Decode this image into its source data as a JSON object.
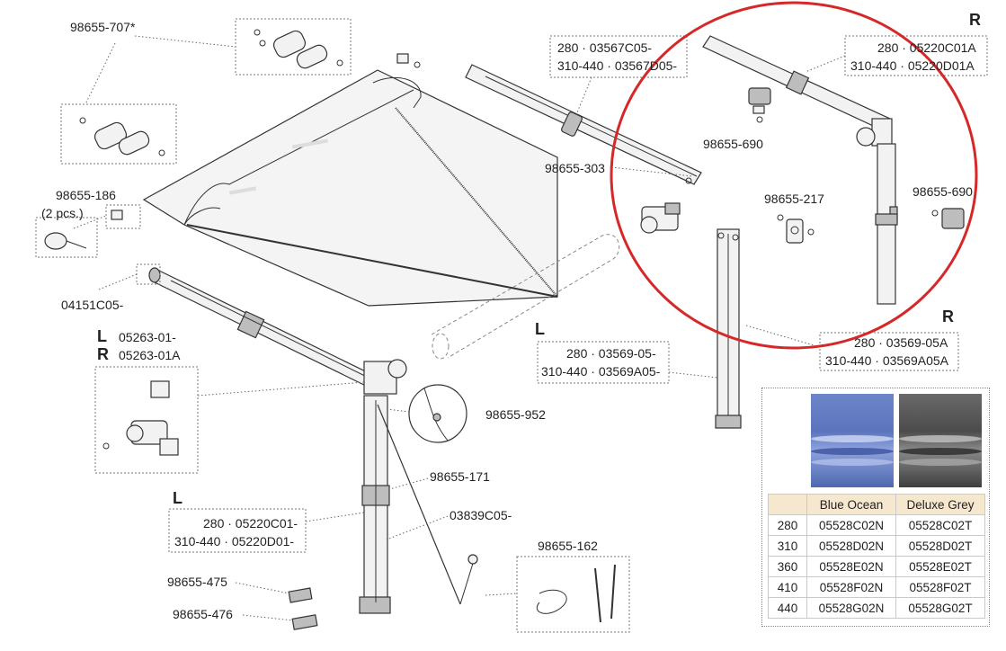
{
  "labels": {
    "p_98655_707": "98655-707*",
    "p_98655_186": "98655-186",
    "p_2pcs": "(2 pcs.)",
    "p_04151": "04151C05-",
    "p_03567_a": "280 · 03567C05-",
    "p_03567_b": "310-440 · 03567D05-",
    "p_98655_303": "98655-303",
    "p_r_top": "R",
    "p_05220_ra": "280 · 05220C01A",
    "p_05220_rb": "310-440 · 05220D01A",
    "p_98655_690a": "98655-690",
    "p_98655_217": "98655-217",
    "p_98655_690b": "98655-690",
    "p_l_mid": "L",
    "p_03569_a": "280 · 03569-05-",
    "p_03569_b": "310-440 · 03569A05-",
    "p_r_mid": "R",
    "p_03569_ra": "280 · 03569-05A",
    "p_03569_rb": "310-440 · 03569A05A",
    "p_l_box": "L",
    "p_05263_l": "05263-01-",
    "p_r_box": "R",
    "p_05263_r": "05263-01A",
    "p_98655_952": "98655-952",
    "p_98655_171": "98655-171",
    "p_03839": "03839C05-",
    "p_l_bottom": "L",
    "p_05220_la": "280 · 05220C01-",
    "p_05220_lb": "310-440 · 05220D01-",
    "p_98655_162": "98655-162",
    "p_98655_475": "98655-475",
    "p_98655_476": "98655-476"
  },
  "fabric": {
    "colors": [
      "Blue Ocean",
      "Deluxe Grey"
    ],
    "rows": [
      {
        "size": "280",
        "blue": "05528C02N",
        "grey": "05528C02T"
      },
      {
        "size": "310",
        "blue": "05528D02N",
        "grey": "05528D02T"
      },
      {
        "size": "360",
        "blue": "05528E02N",
        "grey": "05528E02T"
      },
      {
        "size": "410",
        "blue": "05528F02N",
        "grey": "05528F02T"
      },
      {
        "size": "440",
        "blue": "05528G02N",
        "grey": "05528G02T"
      }
    ],
    "swatch_colors": {
      "blue_ocean": "#5b74bd",
      "deluxe_grey": "#4b4b4b"
    }
  },
  "highlight_color": "#d62828"
}
